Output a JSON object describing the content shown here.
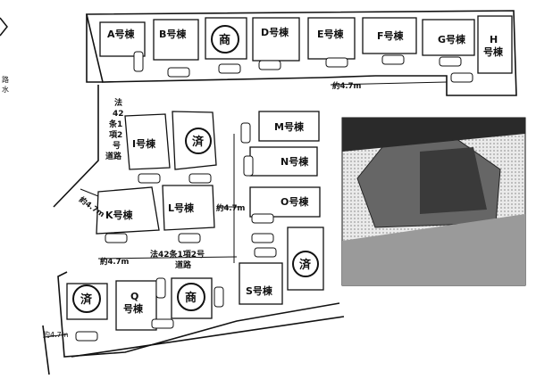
{
  "lots": {
    "A": "A号棟",
    "B": "B号棟",
    "D": "D号棟",
    "E": "E号棟",
    "F": "F号棟",
    "G": "G号棟",
    "H_line1": "H",
    "H_line2": "号棟",
    "I": "I号棟",
    "K": "K号棟",
    "L": "L号棟",
    "M": "M号棟",
    "N": "N号棟",
    "O": "O号棟",
    "Q_line1": "Q",
    "Q_line2": "号棟",
    "S": "S号棟"
  },
  "badges": {
    "sold": "済",
    "commercial": "商"
  },
  "roads": {
    "vertical_line1": "法",
    "vertical_line2": "42",
    "vertical_line3": "条1",
    "vertical_line4": "項2",
    "vertical_line5": "号",
    "vertical_line6": "道路",
    "bottom_line1": "法42条1項2号",
    "bottom_line2": "道路"
  },
  "dimensions": {
    "top": "約4.7m",
    "left_diag": "約4.7m",
    "mid": "約4.7m",
    "bottom": "約4.7m",
    "corner": "約4.7m"
  },
  "edge_texts": {
    "top_left_1": "路",
    "top_left_2": "水"
  }
}
